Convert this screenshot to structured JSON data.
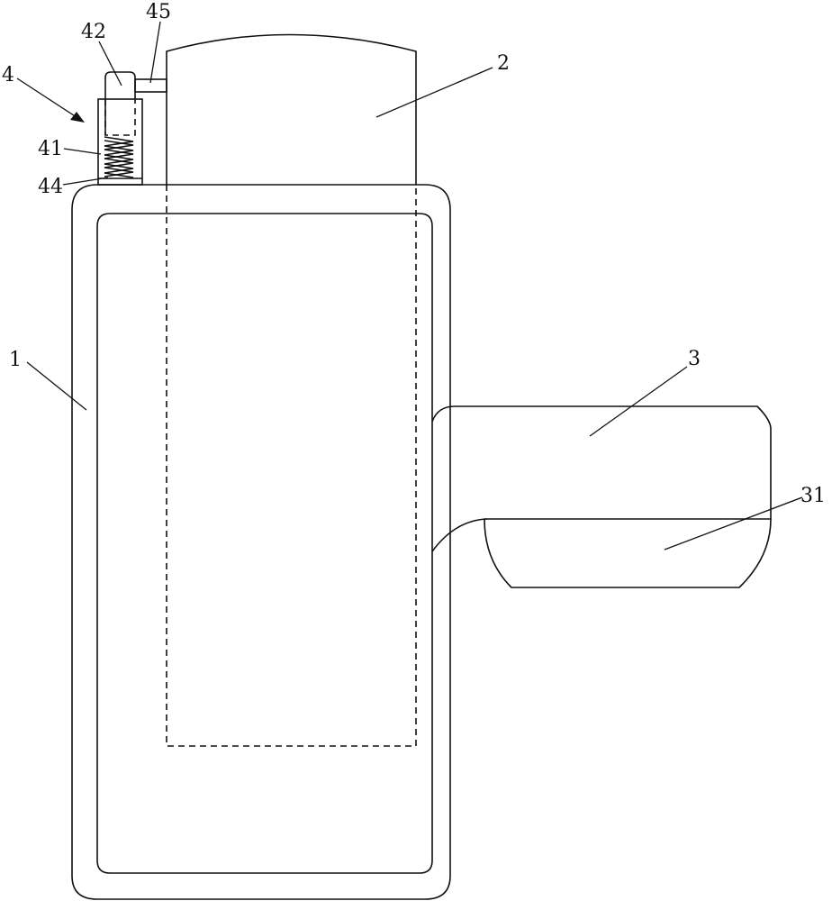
{
  "figure": {
    "labels": {
      "body": "1",
      "inner_container": "2",
      "side_handle": "3",
      "handle_base": "31",
      "lock_assembly": "4",
      "lock_housing": "41",
      "lock_button": "42",
      "spring": "44",
      "connector": "45"
    }
  }
}
